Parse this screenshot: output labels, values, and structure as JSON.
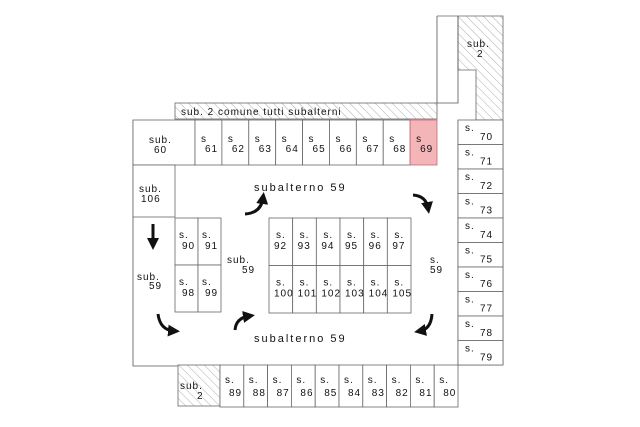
{
  "banner": "sub. 2 comune tutti subalterni",
  "corner_labels": {
    "top_right": [
      "sub.",
      "2"
    ],
    "bottom_left": [
      "sub.",
      "2"
    ],
    "sub60": [
      "sub.",
      "60"
    ],
    "sub106": [
      "sub.",
      "106"
    ],
    "sub59_left": [
      "sub.",
      "59"
    ],
    "sub59_center_left": [
      "sub.",
      "59"
    ],
    "sub59_center_right": [
      "s.",
      "59"
    ]
  },
  "aisle_labels": {
    "top": "subalterno 59",
    "bottom": "subalterno 59"
  },
  "top_row": [
    {
      "prefix": "s",
      "num": "61"
    },
    {
      "prefix": "s",
      "num": "62"
    },
    {
      "prefix": "s",
      "num": "63"
    },
    {
      "prefix": "s",
      "num": "64"
    },
    {
      "prefix": "s",
      "num": "65"
    },
    {
      "prefix": "s",
      "num": "66"
    },
    {
      "prefix": "s",
      "num": "67"
    },
    {
      "prefix": "s",
      "num": "68"
    },
    {
      "prefix": "s",
      "num": "69",
      "highlight": true
    }
  ],
  "right_column": [
    {
      "prefix": "s.",
      "num": "70"
    },
    {
      "prefix": "s.",
      "num": "71"
    },
    {
      "prefix": "s.",
      "num": "72"
    },
    {
      "prefix": "s.",
      "num": "73"
    },
    {
      "prefix": "s.",
      "num": "74"
    },
    {
      "prefix": "s.",
      "num": "75"
    },
    {
      "prefix": "s.",
      "num": "76"
    },
    {
      "prefix": "s.",
      "num": "77"
    },
    {
      "prefix": "s.",
      "num": "78"
    },
    {
      "prefix": "s.",
      "num": "79"
    }
  ],
  "bottom_row": [
    {
      "prefix": "s.",
      "num": "89"
    },
    {
      "prefix": "s.",
      "num": "88"
    },
    {
      "prefix": "s.",
      "num": "87"
    },
    {
      "prefix": "s.",
      "num": "86"
    },
    {
      "prefix": "s.",
      "num": "85"
    },
    {
      "prefix": "s.",
      "num": "84"
    },
    {
      "prefix": "s.",
      "num": "83"
    },
    {
      "prefix": "s.",
      "num": "82"
    },
    {
      "prefix": "s.",
      "num": "81"
    },
    {
      "prefix": "s.",
      "num": "80"
    }
  ],
  "left_block": [
    {
      "prefix": "s.",
      "num": "90"
    },
    {
      "prefix": "s.",
      "num": "91"
    },
    {
      "prefix": "s.",
      "num": "98"
    },
    {
      "prefix": "s.",
      "num": "99"
    }
  ],
  "center_block": [
    {
      "prefix": "s.",
      "num": "92"
    },
    {
      "prefix": "s.",
      "num": "93"
    },
    {
      "prefix": "s.",
      "num": "94"
    },
    {
      "prefix": "s.",
      "num": "95"
    },
    {
      "prefix": "s.",
      "num": "96"
    },
    {
      "prefix": "s.",
      "num": "97"
    },
    {
      "prefix": "s.",
      "num": "100"
    },
    {
      "prefix": "s.",
      "num": "101"
    },
    {
      "prefix": "s.",
      "num": "102"
    },
    {
      "prefix": "s.",
      "num": "103"
    },
    {
      "prefix": "s.",
      "num": "104"
    },
    {
      "prefix": "s.",
      "num": "105"
    }
  ],
  "colors": {
    "highlight_fill": "#f4b5b9",
    "line": "#666666"
  }
}
